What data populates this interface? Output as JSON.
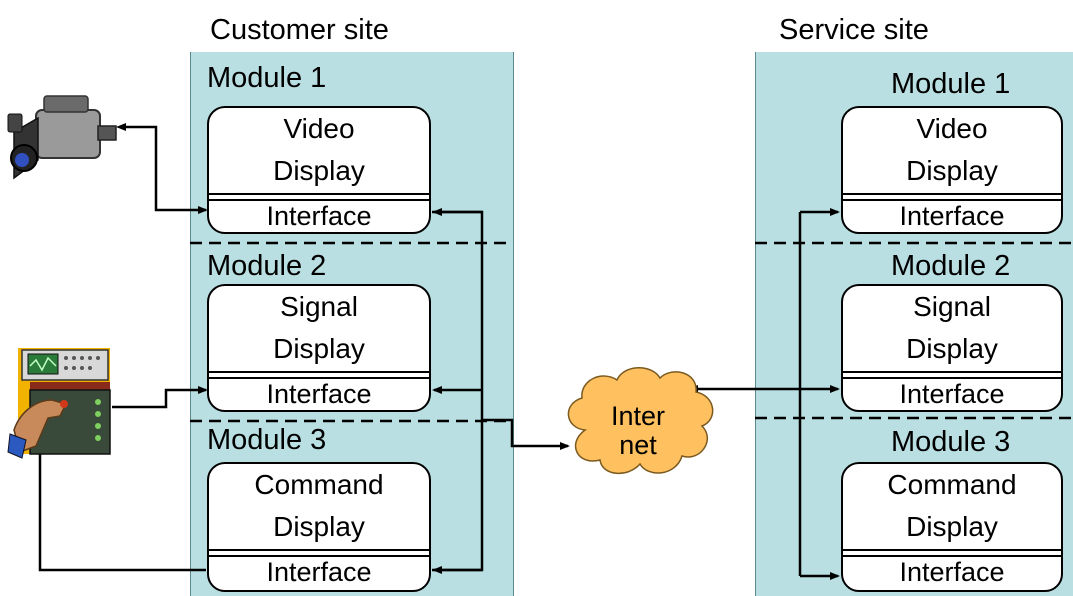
{
  "customer_site": {
    "title": "Customer site",
    "modules": [
      {
        "label": "Module 1",
        "line1": "Video",
        "line2": "Display",
        "interface": "Interface"
      },
      {
        "label": "Module 2",
        "line1": "Signal",
        "line2": "Display",
        "interface": "Interface"
      },
      {
        "label": "Module 3",
        "line1": "Command",
        "line2": "Display",
        "interface": "Interface"
      }
    ]
  },
  "service_site": {
    "title": "Service site",
    "modules": [
      {
        "label": "Module 1",
        "line1": "Video",
        "line2": "Display",
        "interface": "Interface"
      },
      {
        "label": "Module 2",
        "line1": "Signal",
        "line2": "Display",
        "interface": "Interface"
      },
      {
        "label": "Module 3",
        "line1": "Command",
        "line2": "Display",
        "interface": "Interface"
      }
    ]
  },
  "internet": {
    "line1": "Inter",
    "line2": "net"
  },
  "icons": {
    "camera": "video-camera-icon",
    "instrument": "signal-instrument-icon"
  },
  "colors": {
    "panel": "#b9dfe2",
    "cloud": "#ffc060"
  }
}
